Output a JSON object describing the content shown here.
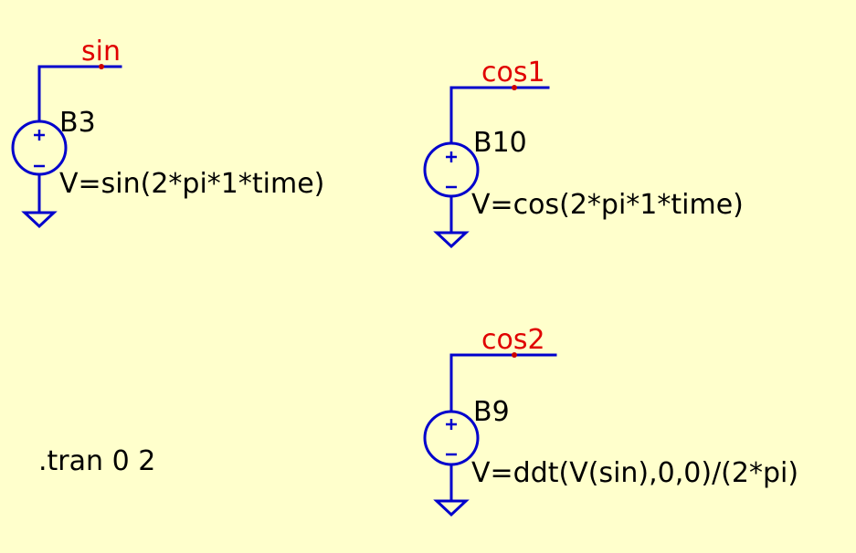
{
  "schematic": {
    "background_color": "#FFFFCC",
    "wire_color": "#0000CC",
    "net_label_color": "#E00000",
    "text_color": "#000000",
    "components": [
      {
        "kind": "behavioral-voltage-source",
        "name": "B3",
        "value": "V=sin(2*pi*1*time)",
        "net_label": "sin"
      },
      {
        "kind": "behavioral-voltage-source",
        "name": "B10",
        "value": "V=cos(2*pi*1*time)",
        "net_label": "cos1"
      },
      {
        "kind": "behavioral-voltage-source",
        "name": "B9",
        "value": "V=ddt(V(sin),0,0)/(2*pi)",
        "net_label": "cos2"
      }
    ],
    "directive": ".tran 0 2"
  }
}
